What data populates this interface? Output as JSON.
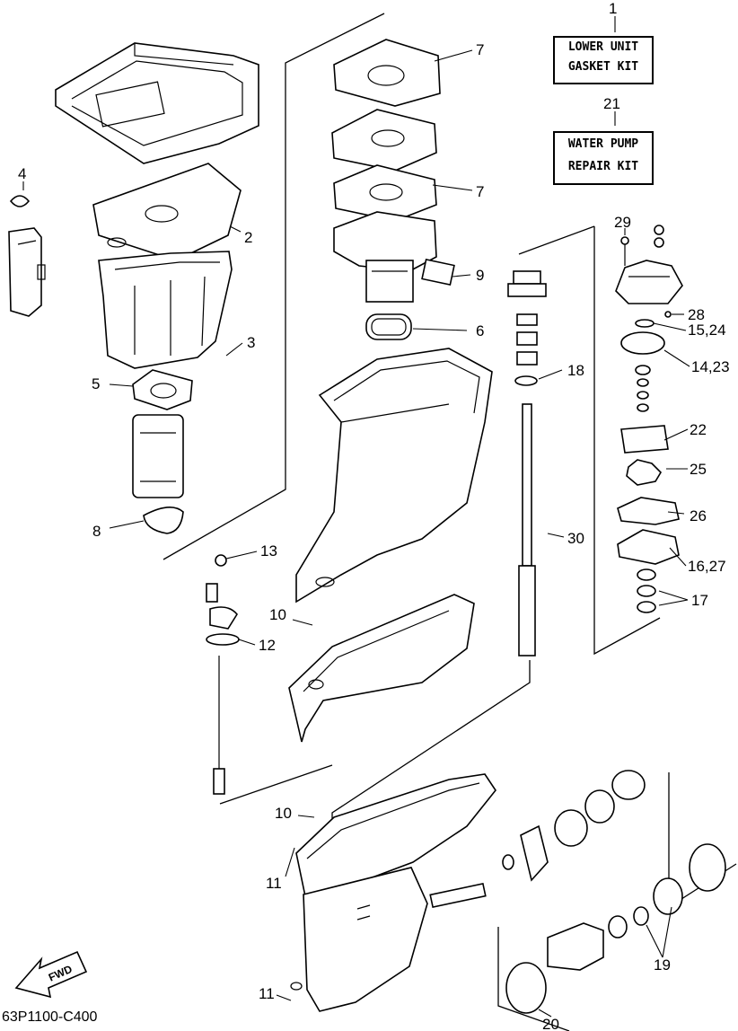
{
  "kits": {
    "lower_unit": {
      "number": "1",
      "line1": "LOWER UNIT",
      "line2": "GASKET KIT"
    },
    "water_pump": {
      "number": "21",
      "line1": "WATER PUMP",
      "line2": "REPAIR KIT"
    }
  },
  "callouts": {
    "c2": "2",
    "c3": "3",
    "c4": "4",
    "c5": "5",
    "c6": "6",
    "c7a": "7",
    "c7b": "7",
    "c8": "8",
    "c9": "9",
    "c10a": "10",
    "c10b": "10",
    "c11a": "11",
    "c11b": "11",
    "c12": "12",
    "c13": "13",
    "c14_23": "14,23",
    "c15_24": "15,24",
    "c16_27": "16,27",
    "c17": "17",
    "c18": "18",
    "c19": "19",
    "c20": "20",
    "c22": "22",
    "c25": "25",
    "c26": "26",
    "c28": "28",
    "c29": "29",
    "c30": "30"
  },
  "fwd_label": "FWD",
  "part_code": "63P1100-C400"
}
